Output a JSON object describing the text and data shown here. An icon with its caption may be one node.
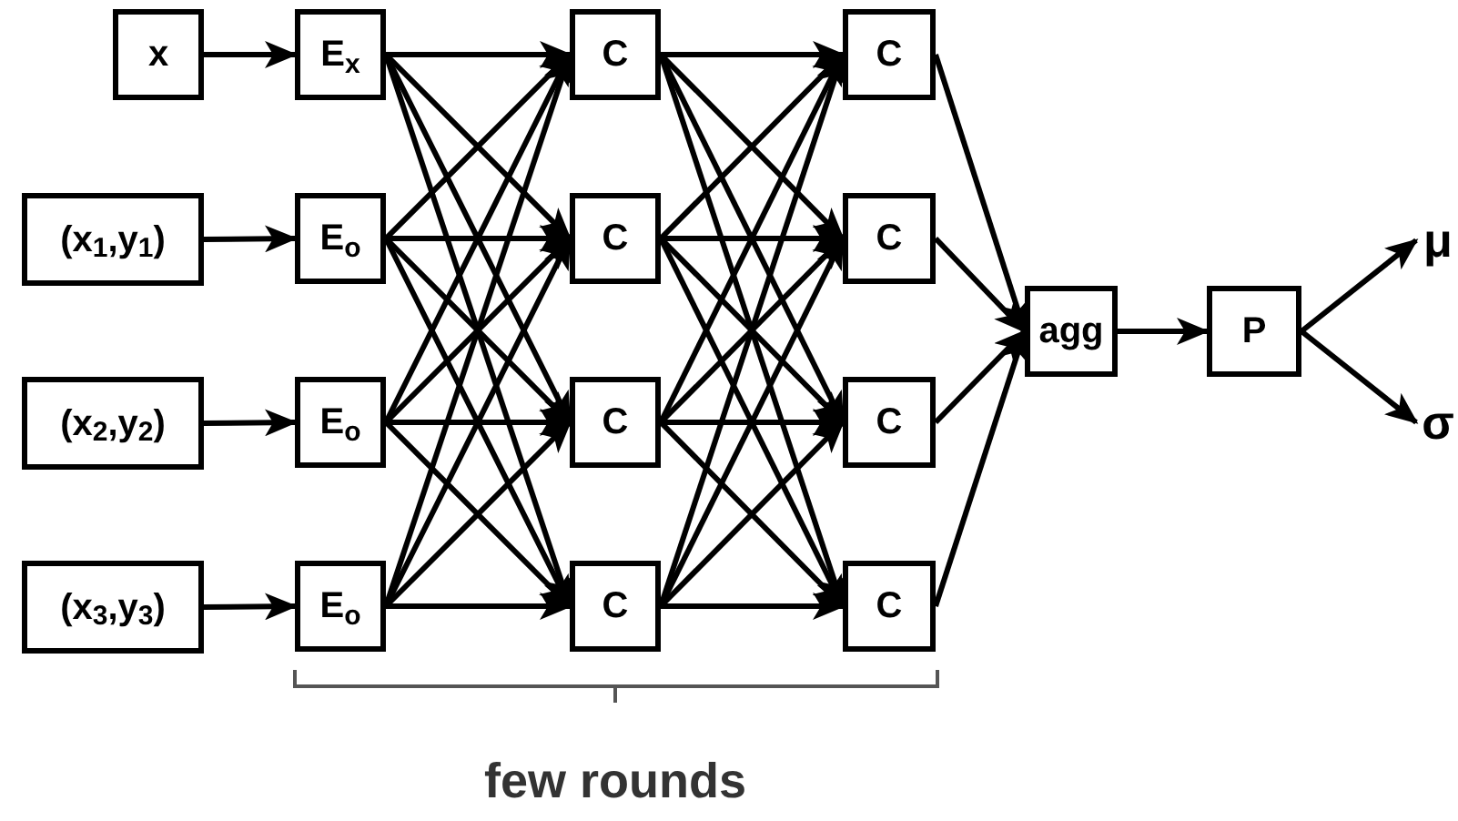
{
  "diagram": {
    "nodes": [
      {
        "text": [
          "x"
        ]
      },
      {
        "text": [
          "(x$_{1}$,y$_{1}$)"
        ]
      },
      {
        "text": [
          "(x$_{2}$,y$_{2}$)"
        ]
      },
      {
        "text": [
          "(x$_{3}$,y$_{3}$)"
        ]
      },
      {
        "text": [
          "E$_{x}$"
        ]
      },
      {
        "text": [
          "E$_{o}$"
        ]
      },
      {
        "text": [
          "E$_{o}$"
        ]
      },
      {
        "text": [
          "E$_{o}$"
        ]
      },
      {
        "text": [
          "C"
        ]
      },
      {
        "text": [
          "C"
        ]
      },
      {
        "text": [
          "C"
        ]
      },
      {
        "text": [
          "C"
        ]
      },
      {
        "text": [
          "C"
        ]
      },
      {
        "text": [
          "C"
        ]
      },
      {
        "text": [
          "C"
        ]
      },
      {
        "text": [
          "C"
        ]
      },
      {
        "text": [
          "agg"
        ]
      },
      {
        "text": [
          "P"
        ]
      },
      {
        "text": [
          "μ"
        ]
      },
      {
        "text": [
          "σ"
        ]
      }
    ],
    "edges": [
      {
        "from": 0,
        "to": 4,
        "arrow": "to"
      },
      {
        "from": 1,
        "to": 5,
        "arrow": "to"
      },
      {
        "from": 2,
        "to": 6,
        "arrow": "to"
      },
      {
        "from": 3,
        "to": 7,
        "arrow": "to"
      },
      {
        "from": 4,
        "to": 8,
        "arrow": "to"
      },
      {
        "from": 4,
        "to": 9,
        "arrow": "to"
      },
      {
        "from": 4,
        "to": 10,
        "arrow": "to"
      },
      {
        "from": 4,
        "to": 11,
        "arrow": "to"
      },
      {
        "from": 5,
        "to": 8,
        "arrow": "to"
      },
      {
        "from": 5,
        "to": 9,
        "arrow": "to"
      },
      {
        "from": 5,
        "to": 10,
        "arrow": "to"
      },
      {
        "from": 5,
        "to": 11,
        "arrow": "to"
      },
      {
        "from": 6,
        "to": 8,
        "arrow": "to"
      },
      {
        "from": 6,
        "to": 9,
        "arrow": "to"
      },
      {
        "from": 6,
        "to": 10,
        "arrow": "to"
      },
      {
        "from": 6,
        "to": 11,
        "arrow": "to"
      },
      {
        "from": 7,
        "to": 8,
        "arrow": "to"
      },
      {
        "from": 7,
        "to": 9,
        "arrow": "to"
      },
      {
        "from": 7,
        "to": 10,
        "arrow": "to"
      },
      {
        "from": 7,
        "to": 11,
        "arrow": "to"
      },
      {
        "from": 8,
        "to": 12,
        "arrow": "to"
      },
      {
        "from": 8,
        "to": 13,
        "arrow": "to"
      },
      {
        "from": 8,
        "to": 14,
        "arrow": "to"
      },
      {
        "from": 8,
        "to": 15,
        "arrow": "to"
      },
      {
        "from": 9,
        "to": 12,
        "arrow": "to"
      },
      {
        "from": 9,
        "to": 13,
        "arrow": "to"
      },
      {
        "from": 9,
        "to": 14,
        "arrow": "to"
      },
      {
        "from": 9,
        "to": 15,
        "arrow": "to"
      },
      {
        "from": 10,
        "to": 12,
        "arrow": "to"
      },
      {
        "from": 10,
        "to": 13,
        "arrow": "to"
      },
      {
        "from": 10,
        "to": 14,
        "arrow": "to"
      },
      {
        "from": 10,
        "to": 15,
        "arrow": "to"
      },
      {
        "from": 11,
        "to": 12,
        "arrow": "to"
      },
      {
        "from": 11,
        "to": 13,
        "arrow": "to"
      },
      {
        "from": 11,
        "to": 14,
        "arrow": "to"
      },
      {
        "from": 11,
        "to": 15,
        "arrow": "to"
      },
      {
        "from": 12,
        "to": 16,
        "arrow": "to"
      },
      {
        "from": 13,
        "to": 16,
        "arrow": "to"
      },
      {
        "from": 14,
        "to": 16,
        "arrow": "to"
      },
      {
        "from": 15,
        "to": 16,
        "arrow": "to"
      },
      {
        "from": 16,
        "to": 17,
        "arrow": "to"
      },
      {
        "from": 17,
        "to": 18,
        "arrow": "to"
      },
      {
        "from": 17,
        "to": 19,
        "arrow": "to"
      }
    ],
    "labels": [
      "few rounds"
    ]
  }
}
